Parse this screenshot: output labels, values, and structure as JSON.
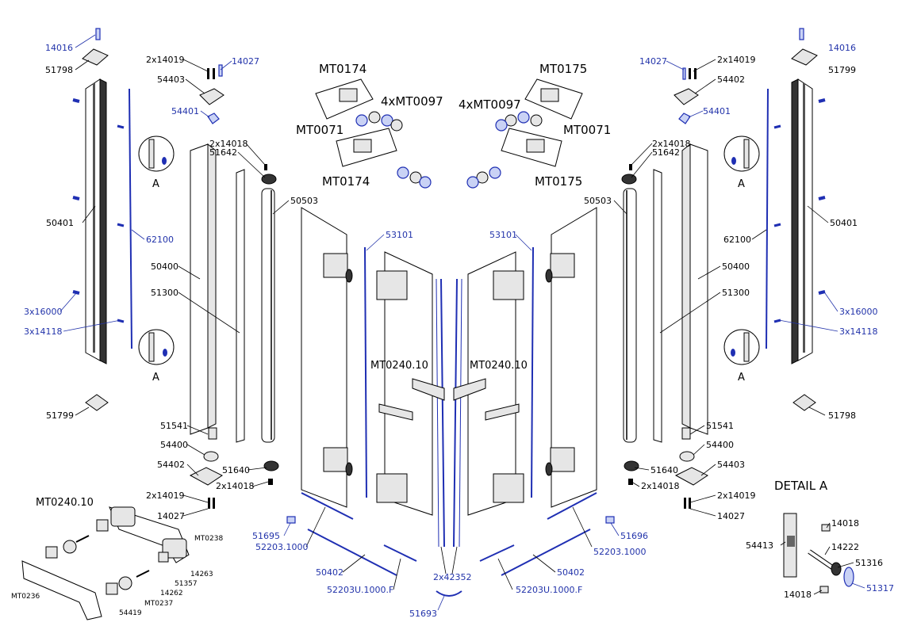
{
  "labels": {
    "l14016_left": "14016",
    "l51798_left": "51798",
    "l2x14019_tl": "2x14019",
    "l14027_tl": "14027",
    "l54403_tl": "54403",
    "l54401_left": "54401",
    "l2x14018_tl": "2x14018",
    "l51642_left": "51642",
    "l50503_left": "50503",
    "l50401_left": "50401",
    "l62100_left": "62100",
    "l50400_left": "50400",
    "l51300_left": "51300",
    "l3x16000_left": "3x16000",
    "l3x14118_left": "3x14118",
    "lA_left_top": "A",
    "lA_left_bot": "A",
    "l51799_left": "51799",
    "l51541_left": "51541",
    "l54400_left": "54400",
    "l54402_left": "54402",
    "l51640_left": "51640",
    "l2x14018_bl": "2x14018",
    "l2x14019_bl": "2x14019",
    "l14027_bl": "14027",
    "lMT0240_10_inset": "MT0240.10",
    "lMT0238": "MT0238",
    "l14263": "14263",
    "l51357": "51357",
    "l14262": "14262",
    "lMT0237": "MT0237",
    "lMT0236": "MT0236",
    "l54419": "54419",
    "l51695": "51695",
    "l52203_1000_left": "52203.1000",
    "l50402_left": "50402",
    "l52203U_left": "52203U.1000.F",
    "l2x42352": "2x42352",
    "l51693": "51693",
    "l53101_left": "53101",
    "l53101_right": "53101",
    "lMT0240_10_left": "MT0240.10",
    "lMT0240_10_right": "MT0240.10",
    "lMT0174_top": "MT0174",
    "lMT0174_bot": "MT0174",
    "lMT0071_left": "MT0071",
    "l4xMT0097_left": "4xMT0097",
    "lMT0175_top": "MT0175",
    "lMT0175_bot": "MT0175",
    "lMT0071_right": "MT0071",
    "l4xMT0097_right": "4xMT0097",
    "l14016_right": "14016",
    "l51799_right": "51799",
    "l14027_tr": "14027",
    "l2x14019_tr": "2x14019",
    "l54402_tr": "54402",
    "l54401_right": "54401",
    "l2x14018_tr": "2x14018",
    "l51642_right": "51642",
    "l50503_right": "50503",
    "l50401_right": "50401",
    "l62100_right": "62100",
    "l50400_right": "50400",
    "l51300_right": "51300",
    "l3x16000_right": "3x16000",
    "l3x14118_right": "3x14118",
    "lA_right_top": "A",
    "lA_right_bot": "A",
    "l51798_right": "51798",
    "l51541_right": "51541",
    "l54400_right": "54400",
    "l54403_right": "54403",
    "l51640_right": "51640",
    "l2x14018_br": "2x14018",
    "l2x14019_br": "2x14019",
    "l14027_br": "14027",
    "l51696": "51696",
    "l52203_1000_right": "52203.1000",
    "l50402_right": "50402",
    "l52203U_right": "52203U.1000.F",
    "lDETAIL_A": "DETAIL A",
    "l54413": "54413",
    "l14018_da_top": "14018",
    "l14222": "14222",
    "l51316": "51316",
    "l14018_da_bot": "14018",
    "l51317": "51317"
  },
  "colors": {
    "line": "#000000",
    "accent_blue": "#2233aa",
    "part_blue_fill": "#c9d2f5"
  }
}
